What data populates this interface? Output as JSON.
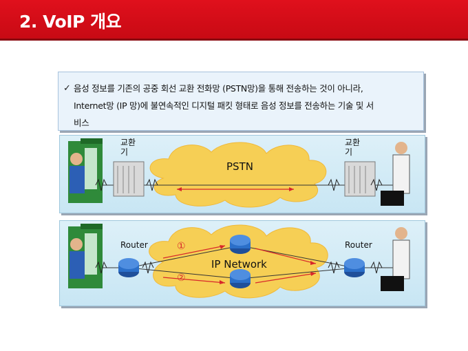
{
  "header": {
    "title": "2. VoIP 개요"
  },
  "description": {
    "line1": "음성 정보를 기존의 공중 회선 교환 전화망 (PSTN망)을 통해 전송하는 것이 아니라,",
    "line2": "Internet망 (IP 망)에 불연속적인 디지털 패킷 형태로 음성 정보를 전송하는 기술 및 서",
    "line3": "비스"
  },
  "pstn_panel": {
    "switch_left_label": "교환기",
    "switch_right_label": "교환기",
    "cloud_label": "PSTN"
  },
  "ip_panel": {
    "router_left_label": "Router",
    "router_right_label": "Router",
    "cloud_label": "IP Network",
    "path1": "①",
    "path2": "②"
  },
  "colors": {
    "header": "#d9101c",
    "cloud": "#f6cf55",
    "arrow": "#d8262a",
    "router": "#2b6fc9"
  }
}
